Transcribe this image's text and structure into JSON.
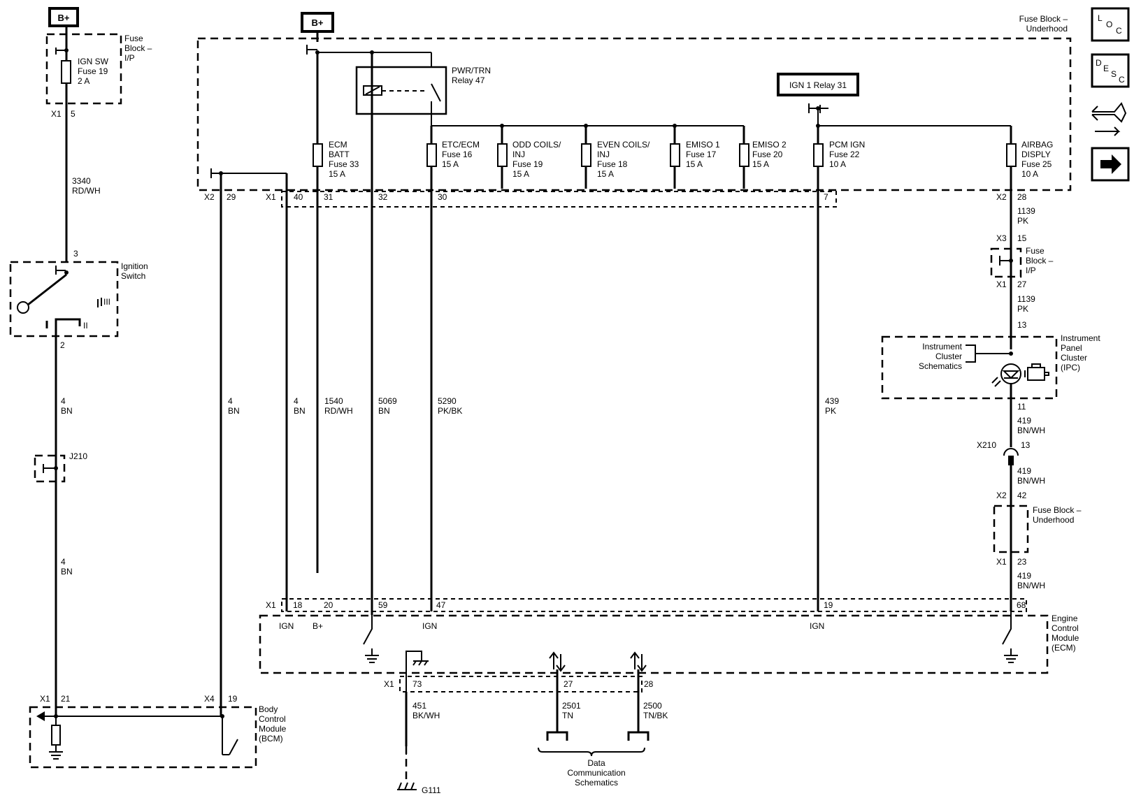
{
  "supply": {
    "bplus_left": "B+",
    "bplus_center": "B+"
  },
  "fuse_block_ip_top": {
    "title_l1": "Fuse",
    "title_l2": "Block –",
    "title_l3": "I/P",
    "fuse_l1": "IGN SW",
    "fuse_l2": "Fuse 19",
    "fuse_l3": "2 A",
    "connector": "X1",
    "pin": "5"
  },
  "fuse_block_underhood": {
    "title_l1": "Fuse Block –",
    "title_l2": "Underhood",
    "relay_pwr_l1": "PWR/TRN",
    "relay_pwr_l2": "Relay 47",
    "relay_ign": "IGN 1 Relay 31",
    "fuses": [
      {
        "l1": "ECM",
        "l2": "BATT",
        "l3": "Fuse 33",
        "l4": "15 A"
      },
      {
        "l1": "ETC/ECM",
        "l2": "Fuse 16",
        "l3": "15 A"
      },
      {
        "l1": "ODD COILS/",
        "l2": "INJ",
        "l3": "Fuse 19",
        "l4": "15 A"
      },
      {
        "l1": "EVEN COILS/",
        "l2": "INJ",
        "l3": "Fuse 18",
        "l4": "15 A"
      },
      {
        "l1": "EMISO 1",
        "l2": "Fuse 17",
        "l3": "15 A"
      },
      {
        "l1": "EMISO 2",
        "l2": "Fuse 20",
        "l3": "15 A"
      },
      {
        "l1": "PCM IGN",
        "l2": "Fuse 22",
        "l3": "10 A"
      },
      {
        "l1": "AIRBAG",
        "l2": "DISPLY",
        "l3": "Fuse 25",
        "l4": "10 A"
      }
    ],
    "bottom_pins": {
      "x2": "X2",
      "p29": "29",
      "x1": "X1",
      "p40": "40",
      "p31": "31",
      "p32": "32",
      "p30": "30",
      "p7": "7",
      "x2b": "X2",
      "p28": "28"
    }
  },
  "wires": {
    "w3340": {
      "num": "3340",
      "color": "RD/WH"
    },
    "w4a": {
      "num": "4",
      "color": "BN"
    },
    "w4b": {
      "num": "4",
      "color": "BN"
    },
    "w4c": {
      "num": "4",
      "color": "BN"
    },
    "w4d": {
      "num": "4",
      "color": "BN"
    },
    "w1540": {
      "num": "1540",
      "color": "RD/WH"
    },
    "w5069": {
      "num": "5069",
      "color": "BN"
    },
    "w5290": {
      "num": "5290",
      "color": "PK/BK"
    },
    "w439": {
      "num": "439",
      "color": "PK"
    },
    "w1139a": {
      "num": "1139",
      "color": "PK"
    },
    "w1139b": {
      "num": "1139",
      "color": "PK"
    },
    "w419a": {
      "num": "419",
      "color": "BN/WH"
    },
    "w419b": {
      "num": "419",
      "color": "BN/WH"
    },
    "w419c": {
      "num": "419",
      "color": "BN/WH"
    },
    "w451": {
      "num": "451",
      "color": "BK/WH"
    },
    "w2501": {
      "num": "2501",
      "color": "TN"
    },
    "w2500": {
      "num": "2500",
      "color": "TN/BK"
    }
  },
  "ignition_switch": {
    "title_l1": "Ignition",
    "title_l2": "Switch",
    "pin_top": "3",
    "pin_bottom": "2",
    "pos3": "III",
    "pos2": "II"
  },
  "splice": {
    "j210": "J210"
  },
  "bcm": {
    "title_l1": "Body",
    "title_l2": "Control",
    "title_l3": "Module",
    "title_l4": "(BCM)",
    "x1": "X1",
    "p21": "21",
    "x4": "X4",
    "p19": "19"
  },
  "right_branch": {
    "x3": "X3",
    "p15": "15",
    "fb_l1": "Fuse",
    "fb_l2": "Block –",
    "fb_l3": "I/P",
    "x1": "X1",
    "p27": "27",
    "p13": "13",
    "ipc_l1": "Instrument",
    "ipc_l2": "Panel",
    "ipc_l3": "Cluster",
    "ipc_l4": "(IPC)",
    "ics_l1": "Instrument",
    "ics_l2": "Cluster",
    "ics_l3": "Schematics",
    "p11": "11",
    "x210": "X210",
    "p13b": "13",
    "x2": "X2",
    "p42": "42",
    "fbu_l1": "Fuse Block –",
    "fbu_l2": "Underhood",
    "x1b": "X1",
    "p23": "23"
  },
  "ecm": {
    "title_l1": "Engine",
    "title_l2": "Control",
    "title_l3": "Module",
    "title_l4": "(ECM)",
    "x1": "X1",
    "p18": "18",
    "p20": "20",
    "p59": "59",
    "p47": "47",
    "p19": "19",
    "p68": "68",
    "ign1": "IGN",
    "bplus": "B+",
    "ign2": "IGN",
    "ign3": "IGN",
    "x1b": "X1",
    "p73": "73",
    "p27": "27",
    "p28": "28"
  },
  "ground": {
    "g111": "G111"
  },
  "data_comm": {
    "l1": "Data",
    "l2": "Communication",
    "l3": "Schematics"
  },
  "nav": {
    "loc_l": "L",
    "loc_o": "O",
    "loc_c": "C",
    "desc_d": "D",
    "desc_e": "E",
    "desc_s": "S",
    "desc_c": "C"
  }
}
